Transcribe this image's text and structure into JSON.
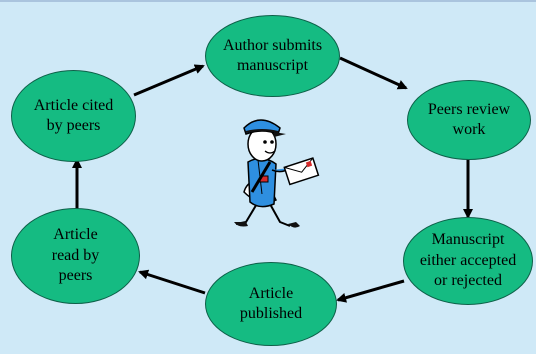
{
  "diagram": {
    "nodes": [
      {
        "id": "author",
        "label": "Author submits\nmanuscript"
      },
      {
        "id": "review",
        "label": "Peers review\nwork"
      },
      {
        "id": "decision",
        "label": "Manuscript\neither accepted\nor rejected"
      },
      {
        "id": "published",
        "label": "Article\npublished"
      },
      {
        "id": "read",
        "label": "Article\nread by\npeers"
      },
      {
        "id": "cited",
        "label": "Article cited\nby peers"
      }
    ],
    "edges": [
      {
        "from": "author",
        "to": "review"
      },
      {
        "from": "review",
        "to": "decision"
      },
      {
        "from": "decision",
        "to": "published"
      },
      {
        "from": "published",
        "to": "read"
      },
      {
        "from": "read",
        "to": "cited"
      },
      {
        "from": "cited",
        "to": "author"
      }
    ],
    "center_illustration": "mail-carrier-icon"
  },
  "colors": {
    "background": "#cfe9f7",
    "node_fill": "#15bb82",
    "node_border": "#0d6048",
    "arrow": "#000000"
  }
}
